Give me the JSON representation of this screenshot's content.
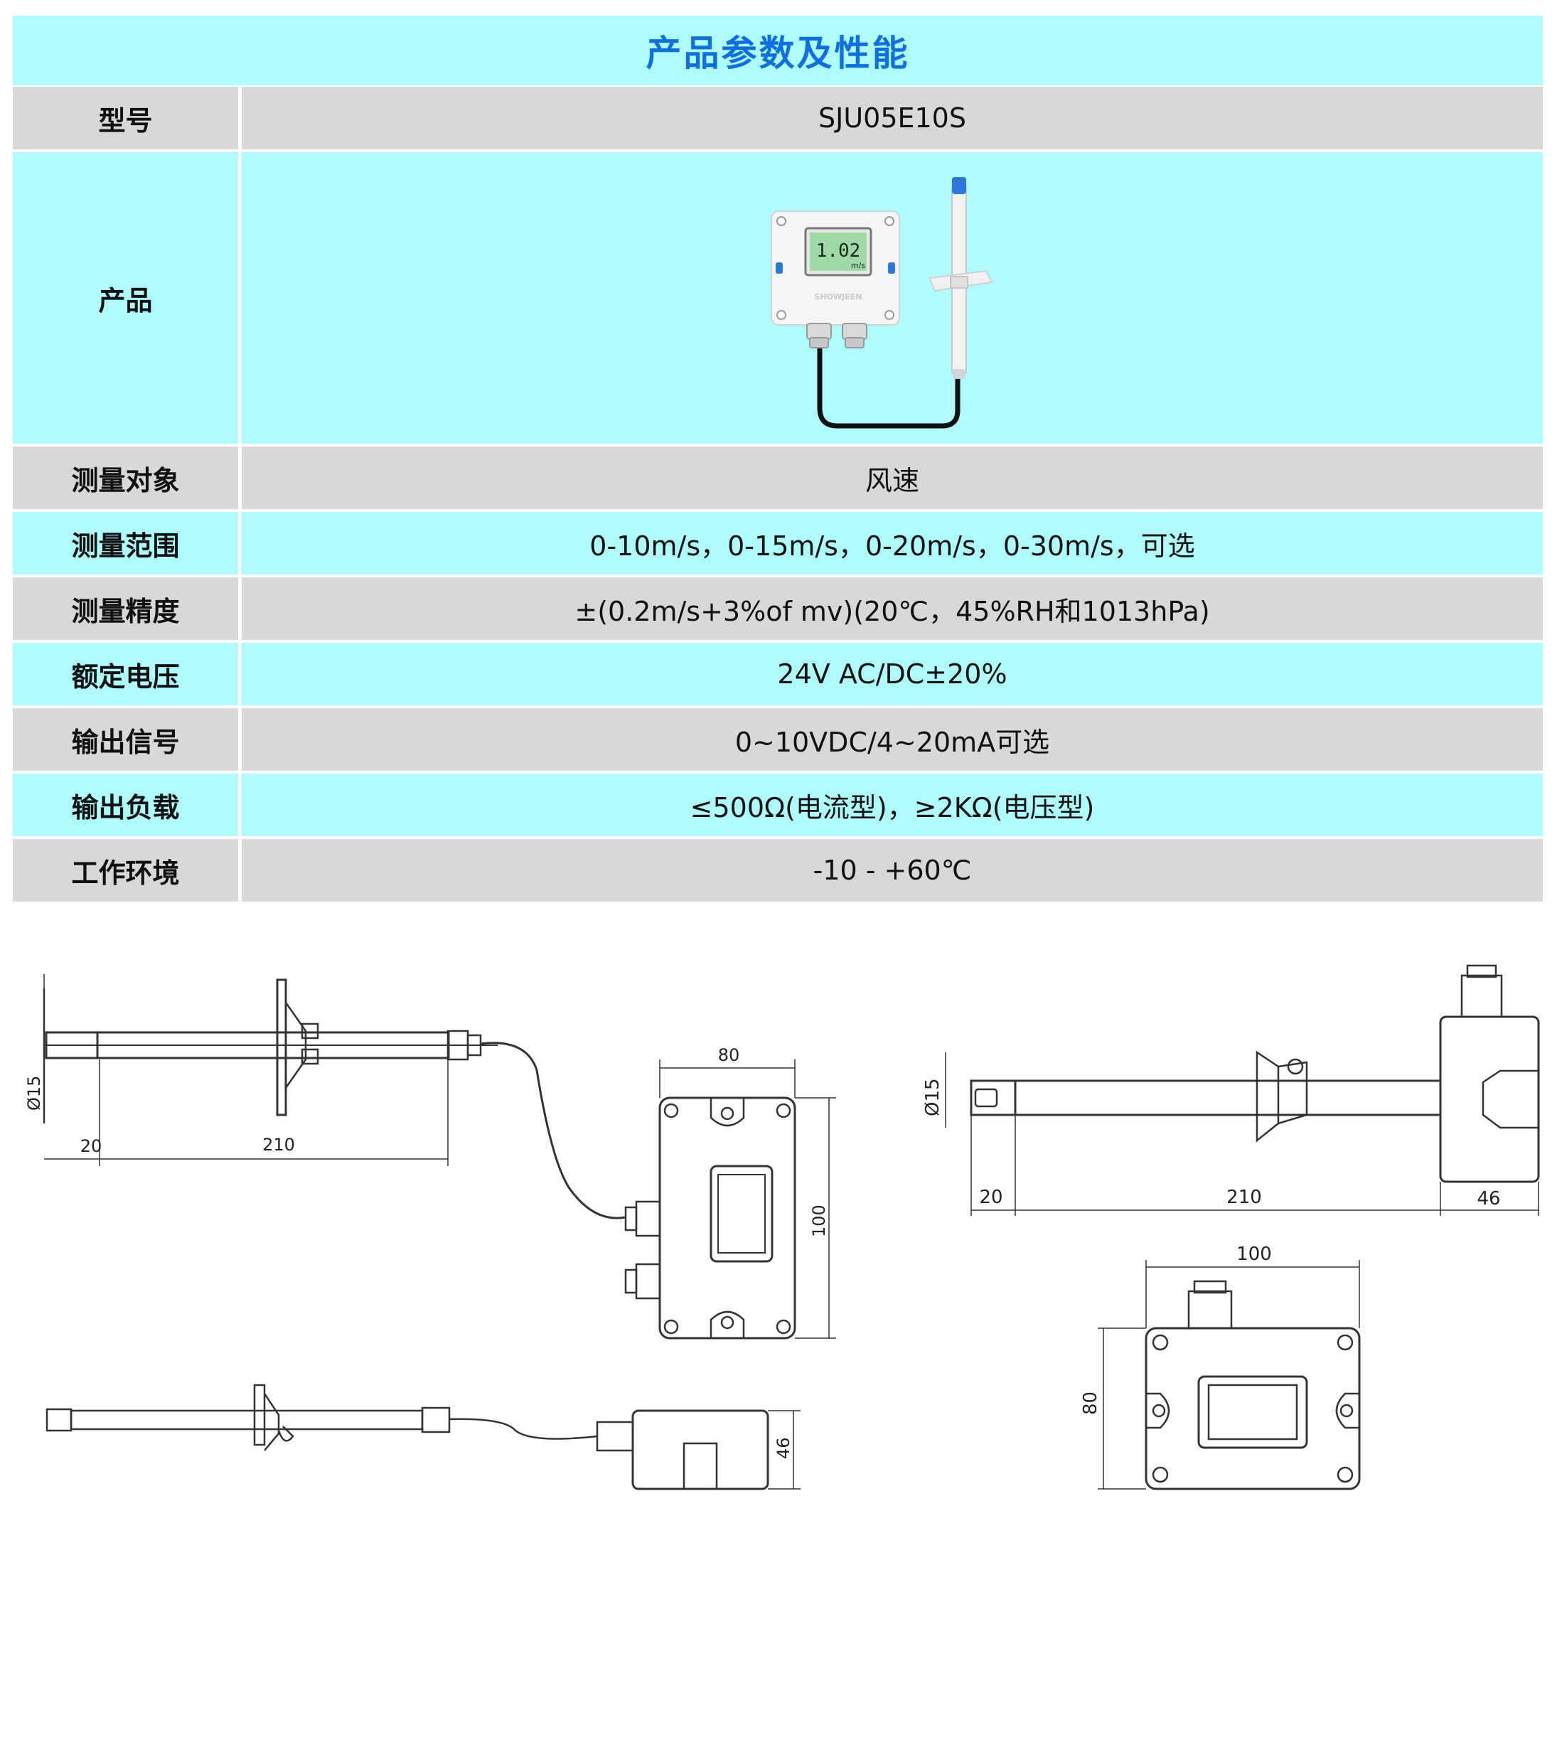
{
  "title": "产品参数及性能",
  "rows": [
    {
      "label": "型号",
      "value": "SJU05E10S"
    },
    {
      "label": "产品",
      "value": ""
    },
    {
      "label": "测量对象",
      "value": "风速"
    },
    {
      "label": "测量范围",
      "value": "0-10m/s，0-15m/s，0-20m/s，0-30m/s，可选"
    },
    {
      "label": "测量精度",
      "value": "±(0.2m/s+3%of mv)(20℃，45%RH和1013hPa)"
    },
    {
      "label": "额定电压",
      "value": "24V AC/DC±20%"
    },
    {
      "label": "输出信号",
      "value": "0~10VDC/4~20mA可选"
    },
    {
      "label": "输出负载",
      "value": "≤500Ω(电流型)，≥2KΩ(电压型)"
    },
    {
      "label": "工作环境",
      "value": "-10 - +60℃"
    }
  ],
  "product_display": {
    "reading": "1.02",
    "unit": "m/s",
    "brand": "SHOWJEEN"
  },
  "dimensions": {
    "probe_diameter": "Ø15",
    "tip_length": "20",
    "probe_length": "210",
    "box_width": "80",
    "box_height": "100",
    "box_depth": "46"
  },
  "colors": {
    "title_text": "#0f6ee0",
    "cyan_row": "#aefcfc",
    "gray_row": "#d8d8d8"
  }
}
